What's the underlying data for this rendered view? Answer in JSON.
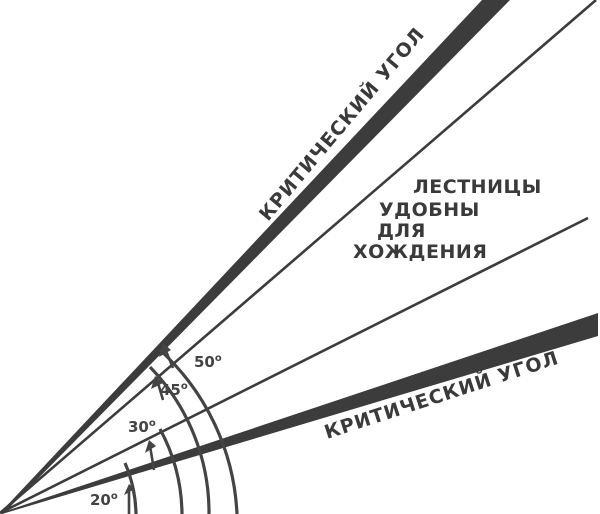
{
  "diagram": {
    "labels": {
      "critical_upper": "КРИТИЧЕСКИЙ УГОЛ",
      "critical_lower": "КРИТИЧЕСКИЙ УГОЛ",
      "comfort_line1": "ЛЕСТНИЦЫ",
      "comfort_line2": "УДОБНЫ",
      "comfort_line3": "ДЛЯ",
      "comfort_line4": "ХОЖДЕНИЯ"
    },
    "angles": [
      {
        "value": "20",
        "unit": "o"
      },
      {
        "value": "30",
        "unit": "o"
      },
      {
        "value": "45",
        "unit": "o"
      },
      {
        "value": "50",
        "unit": "o"
      }
    ],
    "colors": {
      "lines": "#3c3c3c",
      "text": "#3a3a3a",
      "background": "#ffffff"
    }
  }
}
